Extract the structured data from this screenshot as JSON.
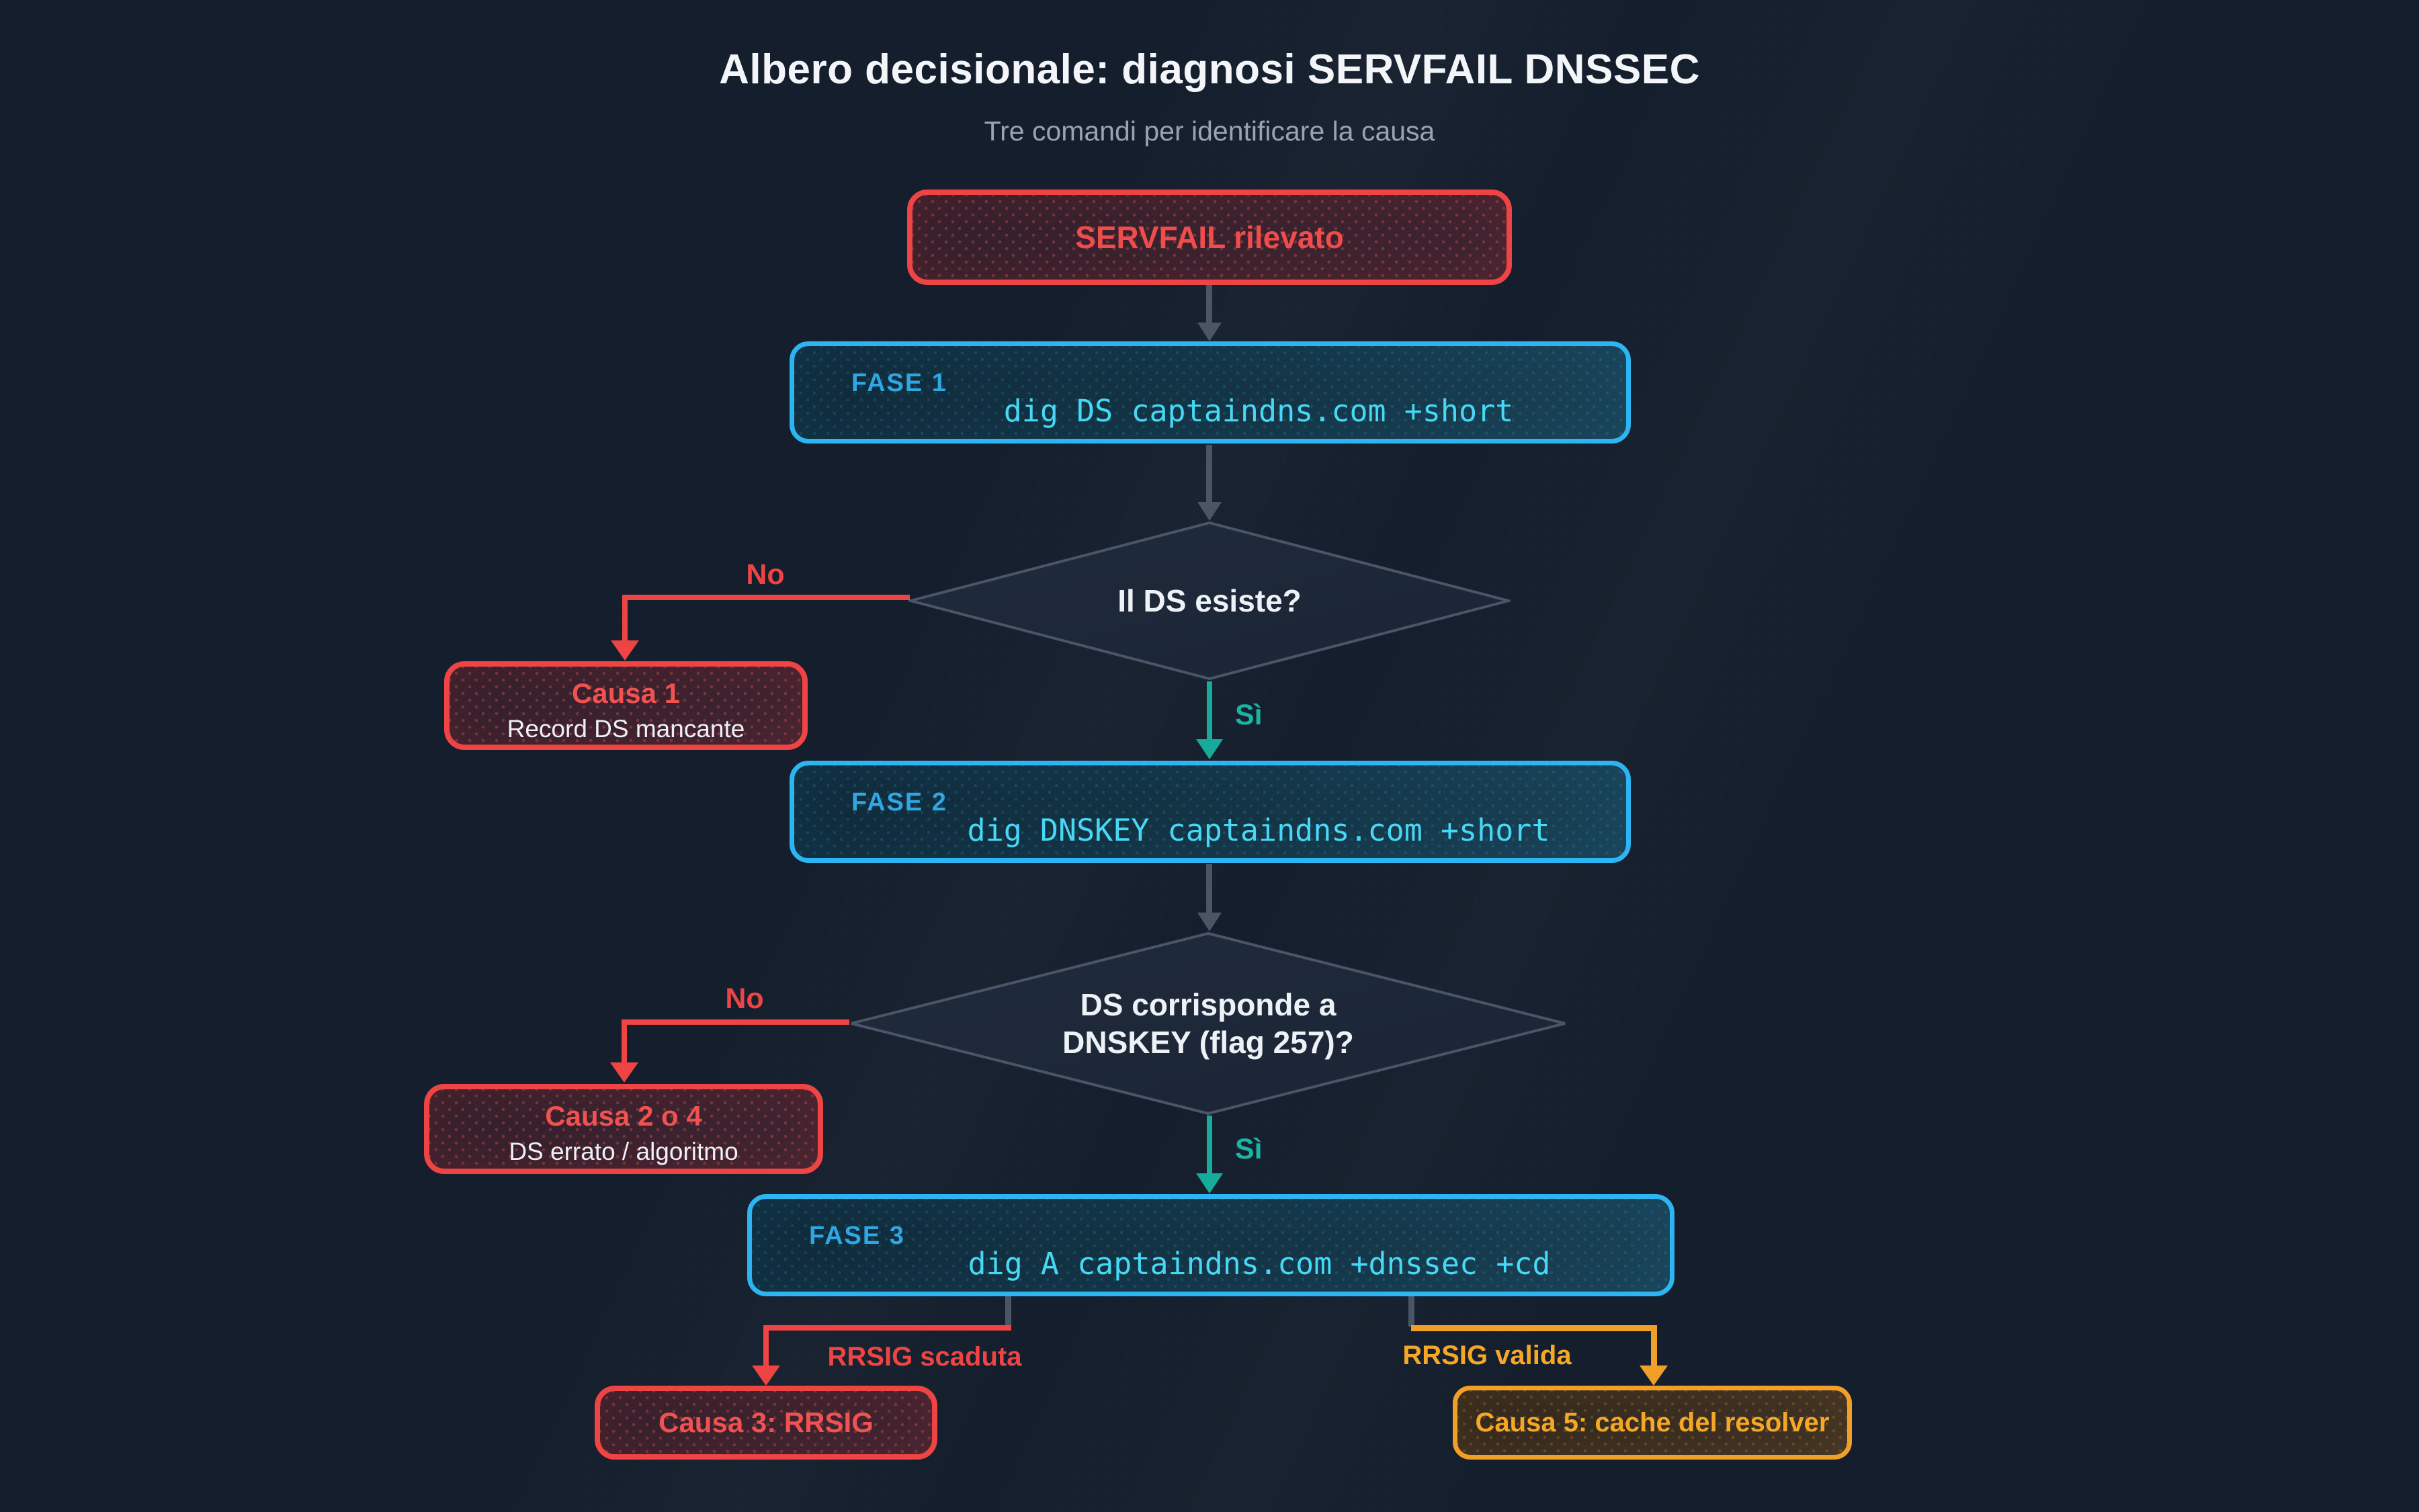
{
  "header": {
    "title": "Albero decisionale: diagnosi SERVFAIL DNSSEC",
    "subtitle": "Tre comandi per identificare la causa"
  },
  "nodes": {
    "start": {
      "label": "SERVFAIL rilevato"
    },
    "fase1": {
      "label": "FASE 1",
      "command": "dig DS captaindns.com +short"
    },
    "decision1": {
      "question": "Il DS esiste?"
    },
    "causa1": {
      "title": "Causa 1",
      "subtitle": "Record DS mancante"
    },
    "fase2": {
      "label": "FASE 2",
      "command": "dig DNSKEY captaindns.com +short"
    },
    "decision2": {
      "line1": "DS corrisponde a",
      "line2": "DNSKEY (flag 257)?"
    },
    "causa2": {
      "title": "Causa 2 o 4",
      "subtitle": "DS errato / algoritmo"
    },
    "fase3": {
      "label": "FASE 3",
      "command": "dig A captaindns.com +dnssec +cd"
    },
    "causa3": {
      "title": "Causa 3: RRSIG"
    },
    "causa5": {
      "title": "Causa 5: cache del resolver"
    }
  },
  "edges": {
    "no1": "No",
    "si1": "Sì",
    "no2": "No",
    "si2": "Sì",
    "rrsig_scaduta": "RRSIG scaduta",
    "rrsig_valida": "RRSIG valida"
  },
  "colors": {
    "background": "#141e2c",
    "red": "#ef4444",
    "blue_border": "#2db5f2",
    "command_cyan": "#46d8f4",
    "teal": "#17ab9b",
    "amber": "#f0a028",
    "gray_connector": "#4a5565",
    "title_text": "#f3f5f9",
    "subtitle_text": "#99a3b3"
  }
}
